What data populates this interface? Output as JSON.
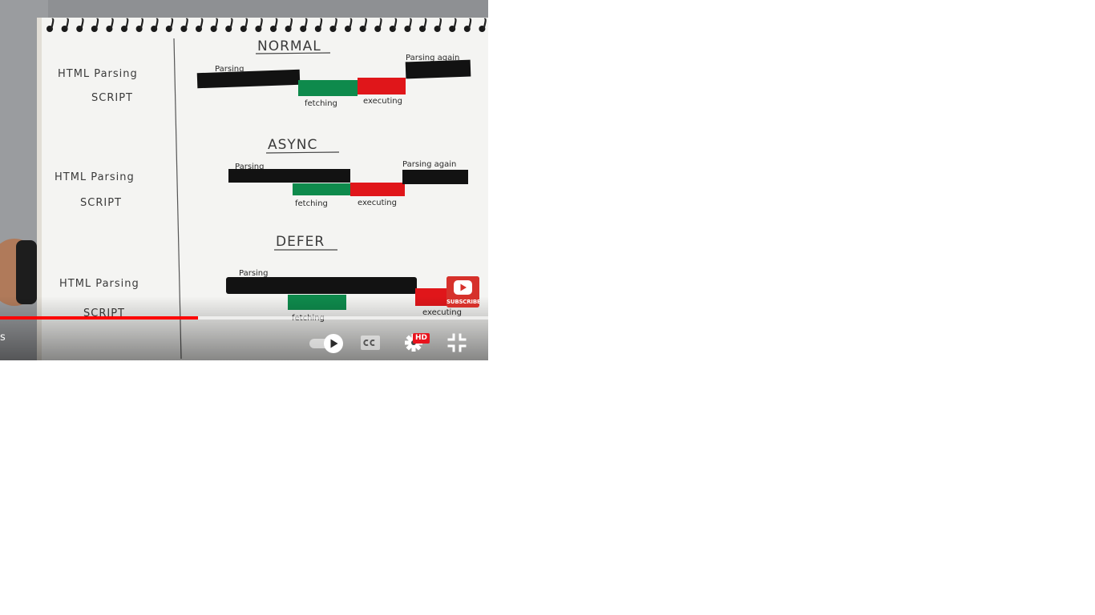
{
  "player": {
    "time_fragment": "s",
    "progress_fraction": 0.405,
    "buffered_fraction": 1.0,
    "accent_color": "#ff0000",
    "hd_badge": "HD",
    "subscribe_label": "SUBSCRIBE",
    "controls": [
      "autoplay-toggle",
      "captions-button",
      "settings-button",
      "exit-fullscreen-button"
    ]
  },
  "drawing": {
    "sections": [
      {
        "title": "NORMAL",
        "row_label_1": "HTML Parsing",
        "row_label_2": "SCRIPT",
        "phase_parsing": "Parsing",
        "phase_fetching": "fetching",
        "phase_executing": "executing",
        "phase_parsing_again": "Parsing again"
      },
      {
        "title": "ASYNC",
        "row_label_1": "HTML Parsing",
        "row_label_2": "SCRIPT",
        "phase_parsing": "Parsing",
        "phase_fetching": "fetching",
        "phase_executing": "executing",
        "phase_parsing_again": "Parsing again"
      },
      {
        "title": "DEFER",
        "row_label_1": "HTML Parsing",
        "row_label_2": "SCRIPT",
        "phase_parsing": "Parsing",
        "phase_fetching": "fetching",
        "phase_executing": "executing"
      }
    ],
    "colors": {
      "parsing": "#121212",
      "fetching": "#0e8a4c",
      "executing": "#e0161a"
    }
  }
}
